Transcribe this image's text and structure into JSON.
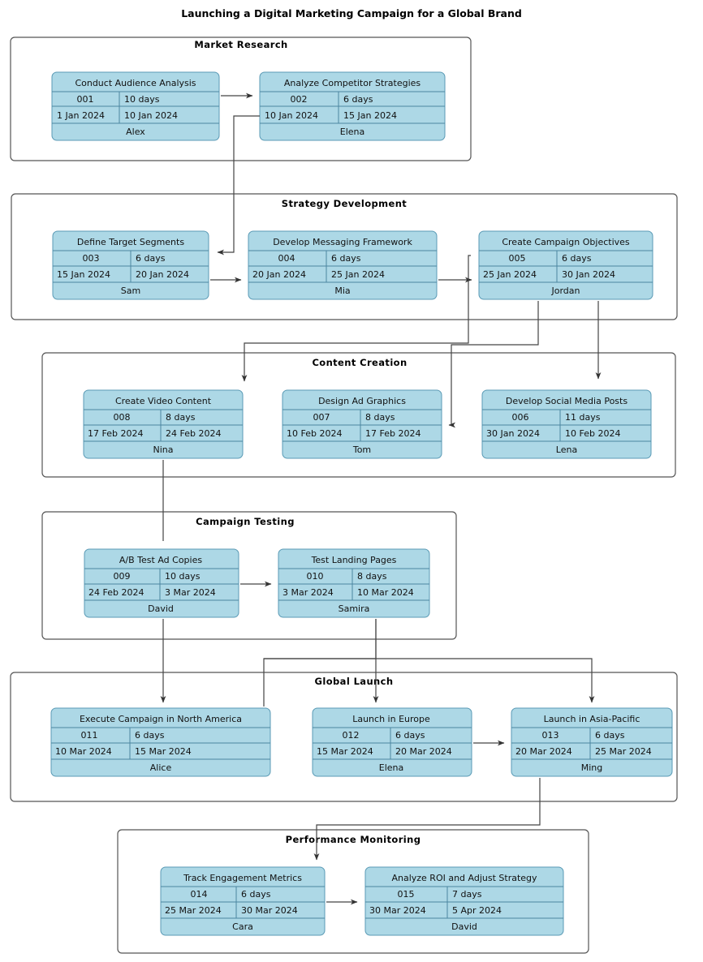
{
  "title": "Launching a Digital Marketing Campaign for a Global Brand",
  "chart_data": {
    "type": "diagram",
    "diagram_kind": "activity-on-node-network",
    "title": "Launching a Digital Marketing Campaign for a Global Brand",
    "node_fields": [
      "name",
      "id",
      "duration",
      "start",
      "end",
      "owner"
    ],
    "groups": [
      {
        "title": "Market Research",
        "tasks": [
          {
            "name": "Conduct Audience Analysis",
            "id": "001",
            "duration": "10 days",
            "start": "1 Jan 2024",
            "end": "10 Jan 2024",
            "owner": "Alex"
          },
          {
            "name": "Analyze Competitor Strategies",
            "id": "002",
            "duration": "6 days",
            "start": "10 Jan 2024",
            "end": "15 Jan 2024",
            "owner": "Elena"
          }
        ]
      },
      {
        "title": "Strategy Development",
        "tasks": [
          {
            "name": "Define Target Segments",
            "id": "003",
            "duration": "6 days",
            "start": "15 Jan 2024",
            "end": "20 Jan 2024",
            "owner": "Sam"
          },
          {
            "name": "Develop Messaging Framework",
            "id": "004",
            "duration": "6 days",
            "start": "20 Jan 2024",
            "end": "25 Jan 2024",
            "owner": "Mia"
          },
          {
            "name": "Create Campaign Objectives",
            "id": "005",
            "duration": "6 days",
            "start": "25 Jan 2024",
            "end": "30 Jan 2024",
            "owner": "Jordan"
          }
        ]
      },
      {
        "title": "Content Creation",
        "tasks": [
          {
            "name": "Create Video Content",
            "id": "008",
            "duration": "8 days",
            "start": "17 Feb 2024",
            "end": "24 Feb 2024",
            "owner": "Nina"
          },
          {
            "name": "Design Ad Graphics",
            "id": "007",
            "duration": "8 days",
            "start": "10 Feb 2024",
            "end": "17 Feb 2024",
            "owner": "Tom"
          },
          {
            "name": "Develop Social Media Posts",
            "id": "006",
            "duration": "11 days",
            "start": "30 Jan 2024",
            "end": "10 Feb 2024",
            "owner": "Lena"
          }
        ]
      },
      {
        "title": "Campaign Testing",
        "tasks": [
          {
            "name": "A/B Test Ad Copies",
            "id": "009",
            "duration": "10 days",
            "start": "24 Feb 2024",
            "end": "3 Mar 2024",
            "owner": "David"
          },
          {
            "name": "Test Landing Pages",
            "id": "010",
            "duration": "8 days",
            "start": "3 Mar 2024",
            "end": "10 Mar 2024",
            "owner": "Samira"
          }
        ]
      },
      {
        "title": "Global Launch",
        "tasks": [
          {
            "name": "Execute Campaign in North America",
            "id": "011",
            "duration": "6 days",
            "start": "10 Mar 2024",
            "end": "15 Mar 2024",
            "owner": "Alice"
          },
          {
            "name": "Launch in Europe",
            "id": "012",
            "duration": "6 days",
            "start": "15 Mar 2024",
            "end": "20 Mar 2024",
            "owner": "Elena"
          },
          {
            "name": "Launch in Asia-Pacific",
            "id": "013",
            "duration": "6 days",
            "start": "20 Mar 2024",
            "end": "25 Mar 2024",
            "owner": "Ming"
          }
        ]
      },
      {
        "title": "Performance Monitoring",
        "tasks": [
          {
            "name": "Track Engagement Metrics",
            "id": "014",
            "duration": "6 days",
            "start": "25 Mar 2024",
            "end": "30 Mar 2024",
            "owner": "Cara"
          },
          {
            "name": "Analyze ROI and Adjust Strategy",
            "id": "015",
            "duration": "7 days",
            "start": "30 Mar 2024",
            "end": "5 Apr 2024",
            "owner": "David"
          }
        ]
      }
    ],
    "edges": [
      {
        "from": "001",
        "to": "002"
      },
      {
        "from": "002",
        "to": "003"
      },
      {
        "from": "003",
        "to": "004"
      },
      {
        "from": "004",
        "to": "005"
      },
      {
        "from": "005",
        "to": "006"
      },
      {
        "from": "006",
        "to": "007"
      },
      {
        "from": "007",
        "to": "008"
      },
      {
        "from": "008",
        "to": "009"
      },
      {
        "from": "009",
        "to": "010"
      },
      {
        "from": "010",
        "to": "011"
      },
      {
        "from": "010",
        "to": "012"
      },
      {
        "from": "010",
        "to": "013"
      },
      {
        "from": "012",
        "to": "013"
      },
      {
        "from": "013",
        "to": "014"
      },
      {
        "from": "014",
        "to": "015"
      }
    ],
    "colors": {
      "task_fill": "#add8e6",
      "task_stroke": "#5a9ab5",
      "group_stroke": "#555555",
      "connector": "#444444",
      "background": "#ffffff",
      "text": "#111111"
    }
  }
}
